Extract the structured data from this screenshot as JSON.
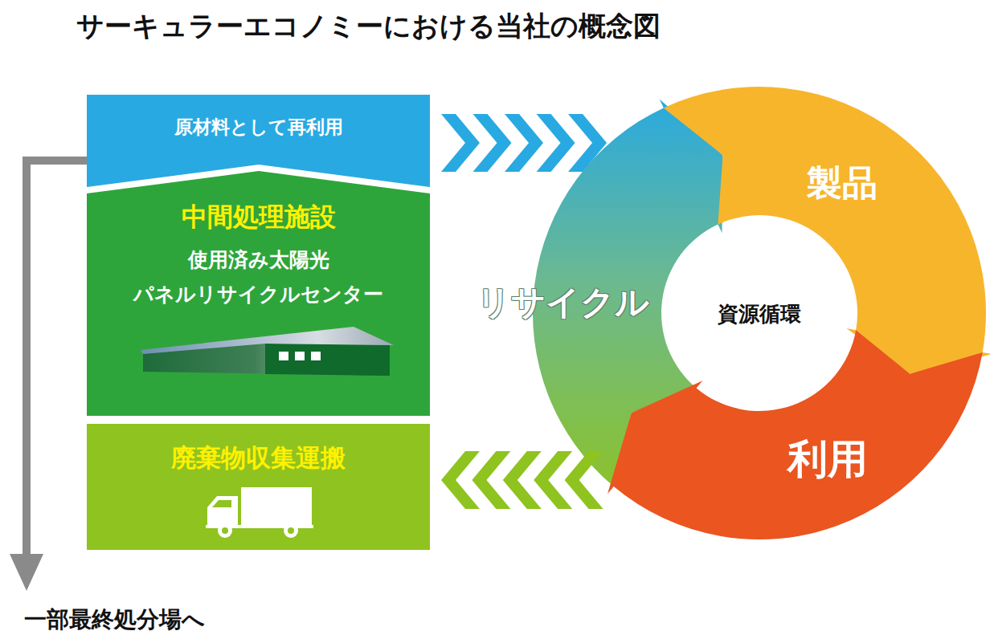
{
  "diagram": {
    "title": "サーキュラーエコノミーにおける当社の概念図",
    "nodes": [
      {
        "text": [
          "原材料として再利用"
        ]
      },
      {
        "text": [
          "中間処理施設",
          "使用済み太陽光 パネルリサイクルセンター"
        ]
      },
      {
        "text": [
          "廃棄物収集運搬"
        ]
      },
      {
        "text": [
          "製品"
        ]
      },
      {
        "text": [
          "利用"
        ]
      },
      {
        "text": [
          "リサイクル"
        ]
      },
      {
        "text": [
          "資源循環"
        ]
      }
    ],
    "edges": [
      {
        "from": 0,
        "to": 5,
        "arrow": "to"
      },
      {
        "from": 5,
        "to": 2,
        "arrow": "to"
      }
    ],
    "labels": [
      "一部最終処分場へ"
    ]
  }
}
